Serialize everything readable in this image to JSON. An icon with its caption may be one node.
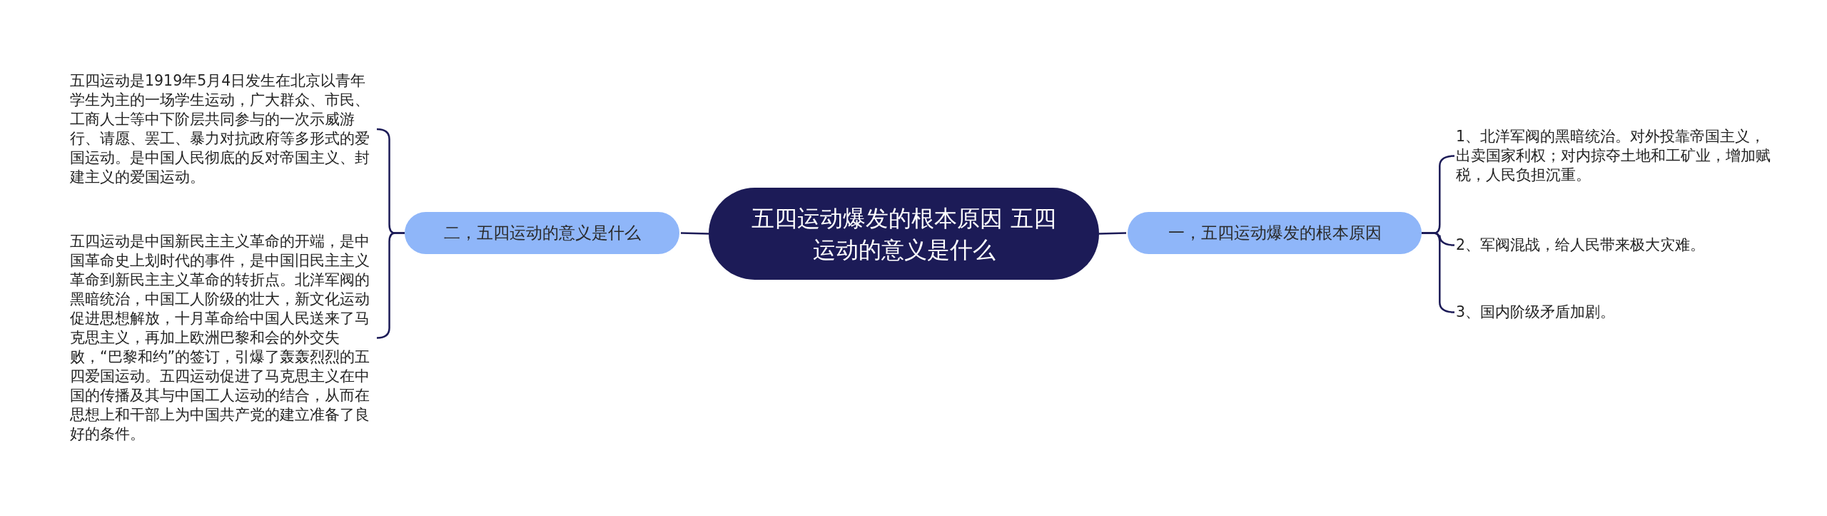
{
  "diagram": {
    "nodes": [
      {
        "text": [
          "五四运动爆发的根本原因 五四运动的意义是什么"
        ]
      },
      {
        "text": [
          "一，五四运动爆发的根本原因"
        ]
      },
      {
        "text": [
          "二，五四运动的意义是什么"
        ]
      },
      {
        "text": [
          "1、北洋军阀的黑暗统治。对外投靠帝国主义，出卖国家利权；对内掠夺土地和工矿业，增加赋税，人民负担沉重。"
        ]
      },
      {
        "text": [
          "2、军阀混战，给人民带来极大灾难。"
        ]
      },
      {
        "text": [
          "3、国内阶级矛盾加剧。"
        ]
      },
      {
        "text": [
          "五四运动是1919年5月4日发生在北京以青年学生为主的一场学生运动，广大群众、市民、工商人士等中下阶层共同参与的一次示威游行、请愿、罢工、暴力对抗政府等多形式的爱国运动。是中国人民彻底的反对帝国主义、封建主义的爱国运动。"
        ]
      },
      {
        "text": [
          "五四运动是中国新民主主义革命的开端，是中国革命史上划时代的事件，是中国旧民主主义革命到新民主主义革命的转折点。北洋军阀的黑暗统治，中国工人阶级的壮大，新文化运动促进思想解放，十月革命给中国人民送来了马克思主义，再加上欧洲巴黎和会的外交失败，“巴黎和约”的签订，引爆了轰轰烈烈的五四爱国运动。五四运动促进了马克思主义在中国的传播及其与中国工人运动的结合，从而在思想上和干部上为中国共产党的建立准备了良好的条件。"
        ]
      }
    ],
    "edges": [
      {
        "from": 0,
        "to": 1,
        "arrow": "none"
      },
      {
        "from": 0,
        "to": 2,
        "arrow": "none"
      },
      {
        "from": 1,
        "to": 3,
        "arrow": "none"
      },
      {
        "from": 1,
        "to": 4,
        "arrow": "none"
      },
      {
        "from": 1,
        "to": 5,
        "arrow": "none"
      },
      {
        "from": 2,
        "to": 6,
        "arrow": "none"
      },
      {
        "from": 2,
        "to": 7,
        "arrow": "none"
      }
    ]
  }
}
